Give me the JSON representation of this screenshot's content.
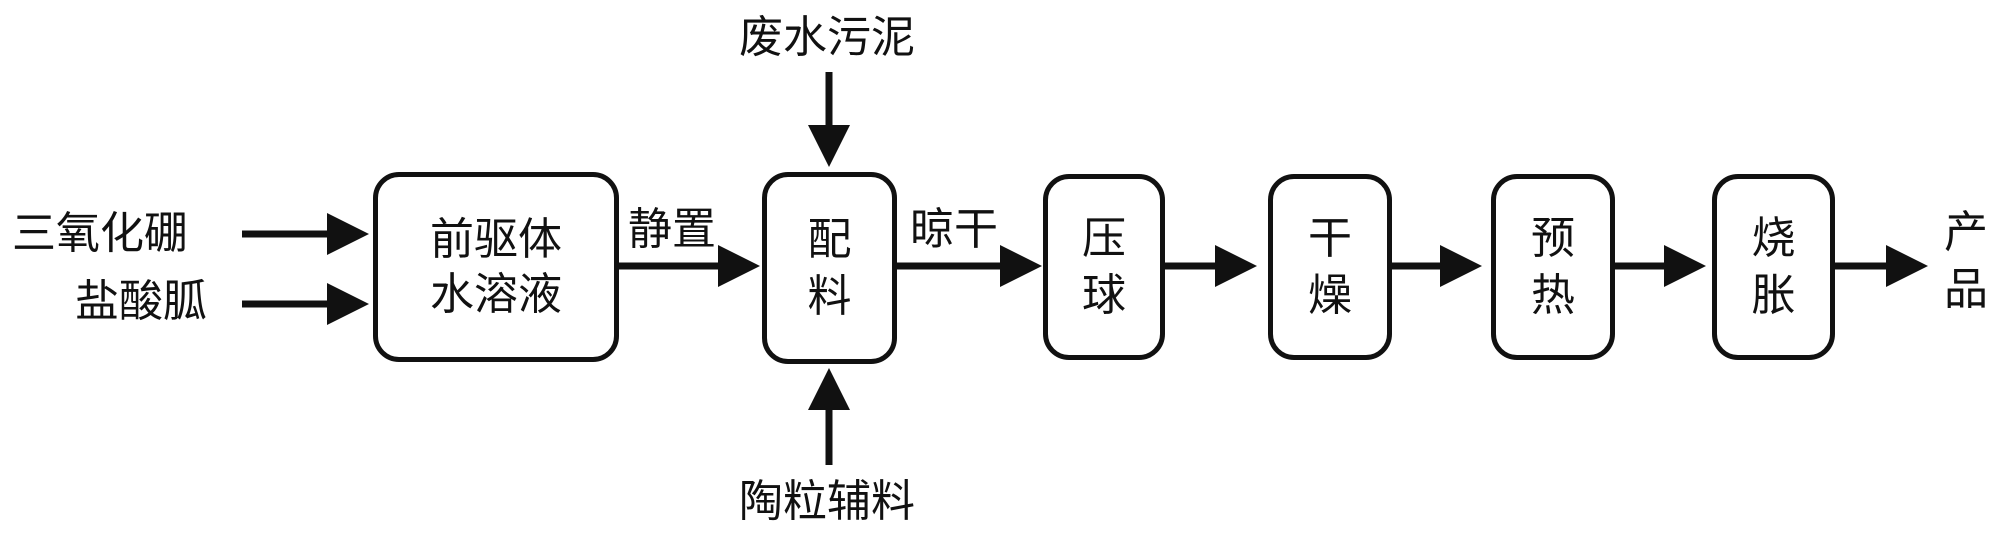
{
  "inputs": {
    "boron_trioxide": "三氧化硼",
    "guanidine_hcl": "盐酸胍",
    "sludge": "废水污泥",
    "ceramsite_aux": "陶粒辅料"
  },
  "steps": {
    "precursor_line1": "前驱体",
    "precursor_line2": "水溶液",
    "batching": "配料",
    "pelletizing": "压球",
    "drying": "干燥",
    "preheating": "预热",
    "expansion_firing": "烧胀"
  },
  "transitions": {
    "standing": "静置",
    "air_drying": "晾干"
  },
  "output": {
    "product": "产品"
  },
  "colors": {
    "stroke": "#111111",
    "background": "#ffffff"
  }
}
